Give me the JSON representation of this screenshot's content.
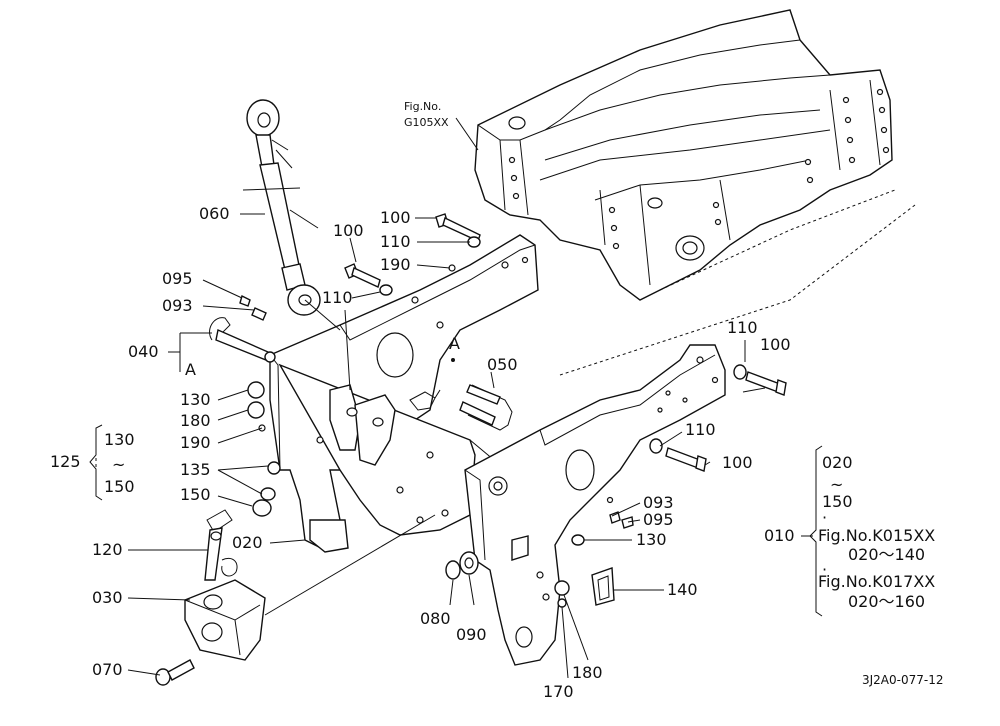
{
  "diagram": {
    "figure_ref": {
      "line1": "Fig.No.",
      "line2": "G105XX"
    },
    "drawing_code": "3J2A0-077-12",
    "part_labels": {
      "p060": "060",
      "p100a": "100",
      "p100b": "100",
      "p110a": "110",
      "p190a": "190",
      "p110b": "110",
      "p095a": "095",
      "p093a": "093",
      "p040": "040",
      "pA1": "A",
      "pA2": "A",
      "p050": "050",
      "p110c": "110",
      "p100c": "100",
      "p130a": "130",
      "p180a": "180",
      "p190b": "190",
      "p110d": "110",
      "p100d": "100",
      "p135": "135",
      "p150": "150",
      "p093b": "093",
      "p095b": "095",
      "p020": "020",
      "p130b": "130",
      "p120": "120",
      "p030": "030",
      "p140": "140",
      "p080": "080",
      "p090": "090",
      "p180b": "180",
      "p070": "070",
      "p170": "170"
    },
    "group_125": {
      "label": "125",
      "top": "130",
      "tilde": "~",
      "bottom": "150"
    },
    "group_010": {
      "label": "010",
      "top": "020",
      "tilde": "~",
      "bottom": "150",
      "bullet1": "·",
      "fig1": "Fig.No.K015XX",
      "range1": "020～140",
      "bullet2": "·",
      "fig2": "Fig.No.K017XX",
      "range2": "020～160"
    }
  }
}
